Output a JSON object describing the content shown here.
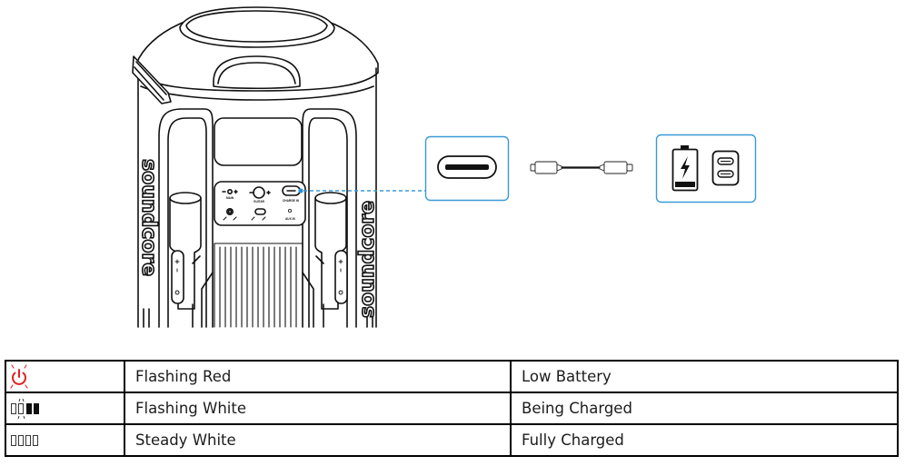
{
  "figure": {
    "speaker": {
      "brand_text": "soundcore",
      "rear_panel_labels": {
        "main": "MAIN",
        "guitar": "GUITAR",
        "charge_in": "CHARGE IN",
        "aux_in": "AUX IN"
      }
    },
    "callout": {
      "accent_color": "#3a9ad9",
      "port_icon": "usb-c-port-icon",
      "cable_icon": "usb-c-cable-icon",
      "charger_icons": [
        "battery-charging-icon",
        "dual-usb-c-charger-icon"
      ]
    }
  },
  "table": {
    "rows": [
      {
        "icon": "power-flashing-red-icon",
        "led": "Flashing Red",
        "status": "Low Battery",
        "icon_color": "#e02020"
      },
      {
        "icon": "battery-bars-flashing-icon",
        "led": "Flashing White",
        "status": "Being Charged"
      },
      {
        "icon": "battery-bars-steady-icon",
        "led": "Steady White",
        "status": "Fully Charged"
      }
    ]
  }
}
